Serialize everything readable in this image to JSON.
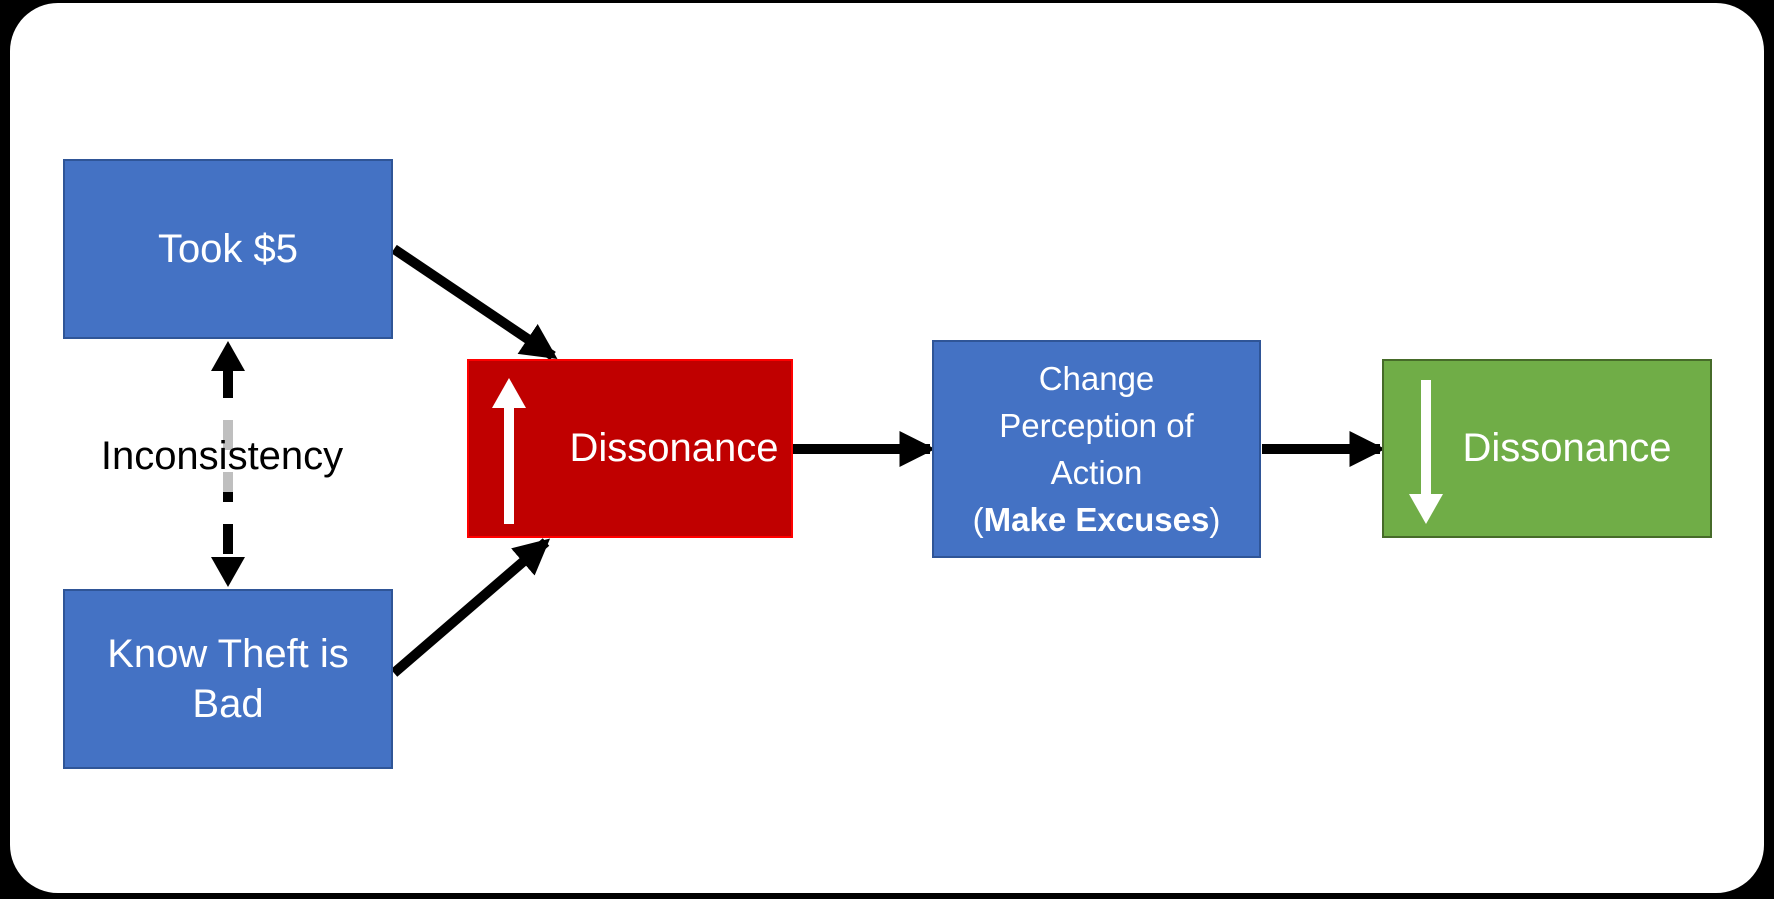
{
  "canvas": {
    "background_color": "#000000",
    "card_color": "#ffffff"
  },
  "nodes": {
    "took5": {
      "label": "Took $5",
      "fill": "#4472C4",
      "border": "#2F5597",
      "text_color": "#ffffff"
    },
    "knowtheft": {
      "line1": "Know Theft is",
      "line2": "Bad",
      "fill": "#4472C4",
      "border": "#2F5597",
      "text_color": "#ffffff"
    },
    "dissonance_up": {
      "label": "Dissonance",
      "icon": "arrow-up-icon",
      "fill": "#C00000",
      "border": "#FF0000",
      "text_color": "#ffffff"
    },
    "change_perception": {
      "line1": "Change",
      "line2": "Perception of",
      "line3": "Action",
      "line4_prefix": "(",
      "line4_bold": "Make Excuses",
      "line4_suffix": ")",
      "fill": "#4472C4",
      "border": "#2F5597",
      "text_color": "#ffffff"
    },
    "dissonance_down": {
      "label": "Dissonance",
      "icon": "arrow-down-icon",
      "fill": "#70AD47",
      "border": "#466B29",
      "text_color": "#ffffff"
    }
  },
  "labels": {
    "inconsistency": "Inconsistency"
  },
  "connectors": {
    "color": "#000000",
    "took5_to_dissonance": "solid-arrow",
    "knowtheft_to_dissonance": "solid-arrow",
    "dissonance_to_change": "solid-arrow",
    "change_to_dissonance_down": "solid-arrow",
    "inconsistency_link": "dashed-double-arrow"
  }
}
